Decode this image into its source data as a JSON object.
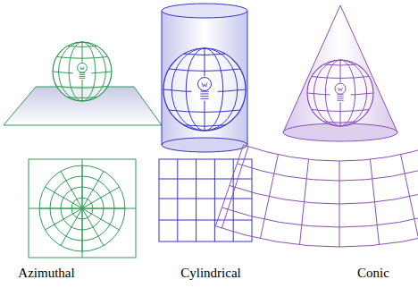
{
  "diagram": {
    "labels": [
      "Azimuthal",
      "Cylindrical",
      "Conic"
    ]
  }
}
